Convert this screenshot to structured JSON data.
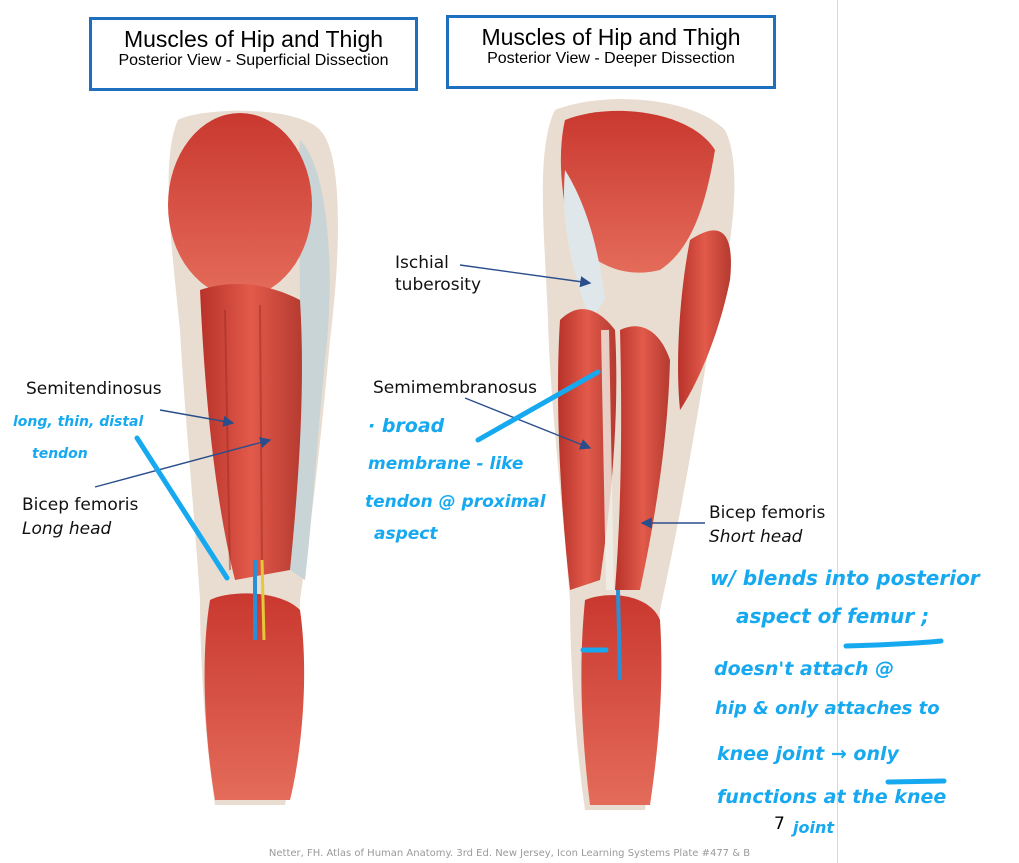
{
  "left_title": {
    "main": "Muscles of Hip and Thigh",
    "sub": "Posterior View - Superficial Dissection"
  },
  "right_title": {
    "main": "Muscles of Hip and Thigh",
    "sub": "Posterior View - Deeper Dissection"
  },
  "labels": {
    "semitendinosus": "Semitendinosus",
    "bicep_long": "Bicep femoris",
    "bicep_long_sub": "Long head",
    "ischial_1": "Ischial",
    "ischial_2": "tuberosity",
    "semimembranosus": "Semimembranosus",
    "bicep_short": "Bicep femoris",
    "bicep_short_sub": "Short head"
  },
  "handwriting": {
    "semitendinosus_note_1": "long, thin, distal",
    "semitendinosus_note_2": "tendon",
    "semimembranosus_note_1": "· broad",
    "semimembranosus_note_2": "membrane - like",
    "semimembranosus_note_3": "tendon @ proximal",
    "semimembranosus_note_4": "aspect",
    "short_head_note_1": "w/ blends into posterior",
    "short_head_note_2a": "aspect of ",
    "short_head_note_2b": "femur",
    "short_head_note_2c": " ;",
    "short_head_note_3": "doesn't attach @",
    "short_head_note_4": "hip & only attaches to",
    "short_head_note_5a": "knee joint → ",
    "short_head_note_5b": "only",
    "short_head_note_6": "functions at the knee",
    "short_head_note_7": "joint"
  },
  "page_number": "7",
  "citation": "Netter, FH. Atlas of Human Anatomy. 3rd Ed. New Jersey, Icon Learning Systems Plate #477 & B",
  "colors": {
    "title_border": "#1f6fbf",
    "handwriting": "#17a9f0",
    "arrow": "#2a4e8c",
    "muscle": "#d9463a"
  }
}
